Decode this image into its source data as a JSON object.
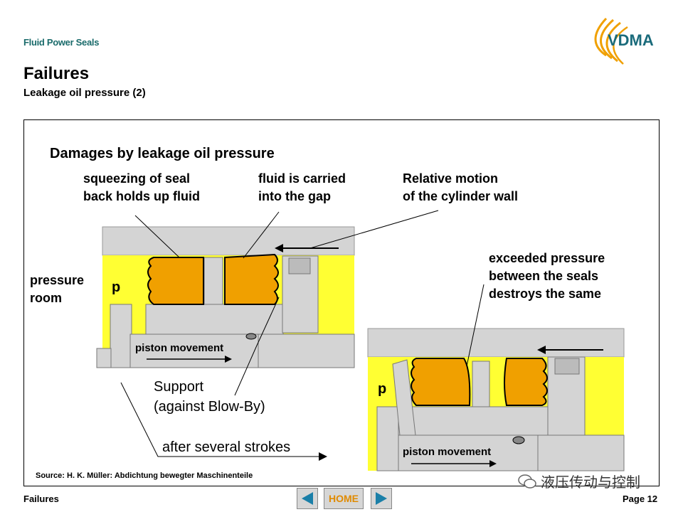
{
  "header": {
    "series": "Fluid Power Seals",
    "title": "Failures",
    "subtitle": "Leakage oil pressure (2)",
    "logo_text": "VDMA"
  },
  "diagram": {
    "title": "Damages by leakage oil pressure",
    "label_squeezing_1": "squeezing of seal",
    "label_squeezing_2": "back holds up fluid",
    "label_carried_1": "fluid is carried",
    "label_carried_2": "into the gap",
    "label_relative_1": "Relative motion",
    "label_relative_2": "of the cylinder wall",
    "label_pressure_1": "pressure",
    "label_pressure_2": "room",
    "label_exceeded_1": "exceeded pressure",
    "label_exceeded_2": "between the seals",
    "label_exceeded_3": "destroys the same",
    "label_support_1": "Support",
    "label_support_2": "(against Blow-By)",
    "label_after": "after several strokes",
    "p_symbol": "p",
    "piston_movement": "piston movement",
    "source": "Source: H. K. Müller: Abdichtung bewegter Maschinenteile",
    "colors": {
      "fluid": "#ffff33",
      "seal": "#f0a000",
      "metal": "#d4d4d4"
    }
  },
  "footer": {
    "left": "Failures",
    "home": "HOME",
    "page": "Page 12",
    "watermark": "液压传动与控制"
  }
}
